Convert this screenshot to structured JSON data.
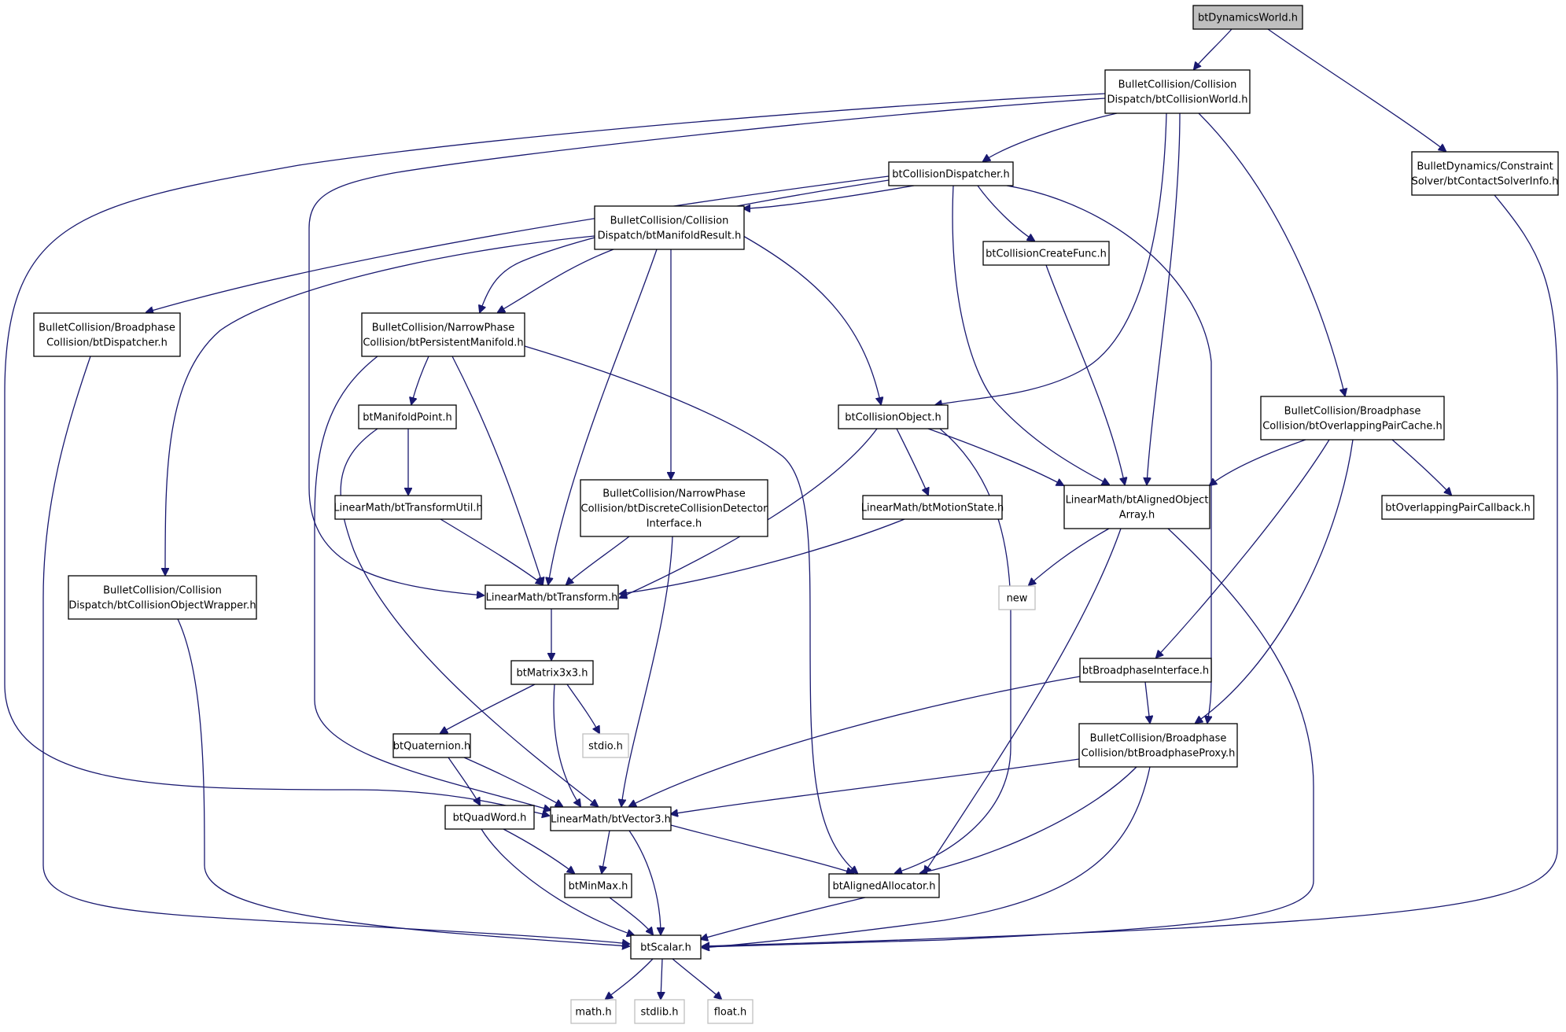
{
  "diagram": {
    "type": "include-dependency-graph",
    "nodes": [
      {
        "id": "root",
        "lines": [
          "btDynamicsWorld.h"
        ],
        "kind": "root"
      },
      {
        "id": "cw",
        "lines": [
          "BulletCollision/Collision",
          "Dispatch/btCollisionWorld.h"
        ]
      },
      {
        "id": "csi",
        "lines": [
          "BulletDynamics/Constraint",
          "Solver/btContactSolverInfo.h"
        ]
      },
      {
        "id": "cd",
        "lines": [
          "btCollisionDispatcher.h"
        ]
      },
      {
        "id": "mr",
        "lines": [
          "BulletCollision/Collision",
          "Dispatch/btManifoldResult.h"
        ]
      },
      {
        "id": "ccf",
        "lines": [
          "btCollisionCreateFunc.h"
        ]
      },
      {
        "id": "bd",
        "lines": [
          "BulletCollision/Broadphase",
          "Collision/btDispatcher.h"
        ]
      },
      {
        "id": "pm",
        "lines": [
          "BulletCollision/NarrowPhase",
          "Collision/btPersistentManifold.h"
        ]
      },
      {
        "id": "co",
        "lines": [
          "btCollisionObject.h"
        ]
      },
      {
        "id": "opc",
        "lines": [
          "BulletCollision/Broadphase",
          "Collision/btOverlappingPairCache.h"
        ]
      },
      {
        "id": "mp",
        "lines": [
          "btManifoldPoint.h"
        ]
      },
      {
        "id": "dcdi",
        "lines": [
          "BulletCollision/NarrowPhase",
          "Collision/btDiscreteCollisionDetector",
          "Interface.h"
        ]
      },
      {
        "id": "ms",
        "lines": [
          "LinearMath/btMotionState.h"
        ]
      },
      {
        "id": "aoa",
        "lines": [
          "LinearMath/btAlignedObject",
          "Array.h"
        ]
      },
      {
        "id": "opcb",
        "lines": [
          "btOverlappingPairCallback.h"
        ]
      },
      {
        "id": "tu",
        "lines": [
          "LinearMath/btTransformUtil.h"
        ]
      },
      {
        "id": "cow",
        "lines": [
          "BulletCollision/Collision",
          "Dispatch/btCollisionObjectWrapper.h"
        ]
      },
      {
        "id": "tr",
        "lines": [
          "LinearMath/btTransform.h"
        ]
      },
      {
        "id": "new",
        "lines": [
          "new"
        ],
        "kind": "ext"
      },
      {
        "id": "bi",
        "lines": [
          "btBroadphaseInterface.h"
        ]
      },
      {
        "id": "m3",
        "lines": [
          "btMatrix3x3.h"
        ]
      },
      {
        "id": "bp",
        "lines": [
          "BulletCollision/Broadphase",
          "Collision/btBroadphaseProxy.h"
        ]
      },
      {
        "id": "q",
        "lines": [
          "btQuaternion.h"
        ]
      },
      {
        "id": "stdio",
        "lines": [
          "stdio.h"
        ],
        "kind": "ext"
      },
      {
        "id": "qw",
        "lines": [
          "btQuadWord.h"
        ]
      },
      {
        "id": "v3",
        "lines": [
          "LinearMath/btVector3.h"
        ]
      },
      {
        "id": "mm",
        "lines": [
          "btMinMax.h"
        ]
      },
      {
        "id": "aa",
        "lines": [
          "btAlignedAllocator.h"
        ]
      },
      {
        "id": "sc",
        "lines": [
          "btScalar.h"
        ]
      },
      {
        "id": "math",
        "lines": [
          "math.h"
        ],
        "kind": "ext"
      },
      {
        "id": "stdlib",
        "lines": [
          "stdlib.h"
        ],
        "kind": "ext"
      },
      {
        "id": "float",
        "lines": [
          "float.h"
        ],
        "kind": "ext"
      }
    ],
    "edges": [
      [
        "root",
        "cw"
      ],
      [
        "root",
        "csi"
      ],
      [
        "cw",
        "cd"
      ],
      [
        "cw",
        "v3"
      ],
      [
        "cw",
        "tr"
      ],
      [
        "cw",
        "co"
      ],
      [
        "cw",
        "aoa"
      ],
      [
        "cw",
        "opc"
      ],
      [
        "csi",
        "sc"
      ],
      [
        "cd",
        "bd"
      ],
      [
        "cd",
        "mr"
      ],
      [
        "cd",
        "pm"
      ],
      [
        "cd",
        "ccf"
      ],
      [
        "cd",
        "aoa"
      ],
      [
        "cd",
        "bp"
      ],
      [
        "mr",
        "cow"
      ],
      [
        "mr",
        "pm"
      ],
      [
        "mr",
        "tr"
      ],
      [
        "mr",
        "dcdi"
      ],
      [
        "mr",
        "co"
      ],
      [
        "ccf",
        "aoa"
      ],
      [
        "bd",
        "sc"
      ],
      [
        "pm",
        "mp"
      ],
      [
        "pm",
        "tr"
      ],
      [
        "pm",
        "v3"
      ],
      [
        "pm",
        "aa"
      ],
      [
        "co",
        "tr"
      ],
      [
        "co",
        "ms"
      ],
      [
        "co",
        "aoa"
      ],
      [
        "co",
        "aa"
      ],
      [
        "opc",
        "aoa"
      ],
      [
        "opc",
        "opcb"
      ],
      [
        "opc",
        "bi"
      ],
      [
        "opc",
        "bp"
      ],
      [
        "mp",
        "tu"
      ],
      [
        "mp",
        "v3"
      ],
      [
        "tu",
        "tr"
      ],
      [
        "dcdi",
        "tr"
      ],
      [
        "dcdi",
        "v3"
      ],
      [
        "ms",
        "tr"
      ],
      [
        "aoa",
        "new"
      ],
      [
        "aoa",
        "aa"
      ],
      [
        "aoa",
        "sc"
      ],
      [
        "cow",
        "sc"
      ],
      [
        "tr",
        "m3"
      ],
      [
        "m3",
        "q"
      ],
      [
        "m3",
        "v3"
      ],
      [
        "m3",
        "stdio"
      ],
      [
        "bi",
        "bp"
      ],
      [
        "bi",
        "v3"
      ],
      [
        "bp",
        "v3"
      ],
      [
        "bp",
        "aa"
      ],
      [
        "bp",
        "sc"
      ],
      [
        "q",
        "qw"
      ],
      [
        "q",
        "v3"
      ],
      [
        "qw",
        "mm"
      ],
      [
        "qw",
        "sc"
      ],
      [
        "v3",
        "mm"
      ],
      [
        "v3",
        "sc"
      ],
      [
        "v3",
        "aa"
      ],
      [
        "mm",
        "sc"
      ],
      [
        "aa",
        "sc"
      ],
      [
        "sc",
        "math"
      ],
      [
        "sc",
        "stdlib"
      ],
      [
        "sc",
        "float"
      ]
    ]
  }
}
